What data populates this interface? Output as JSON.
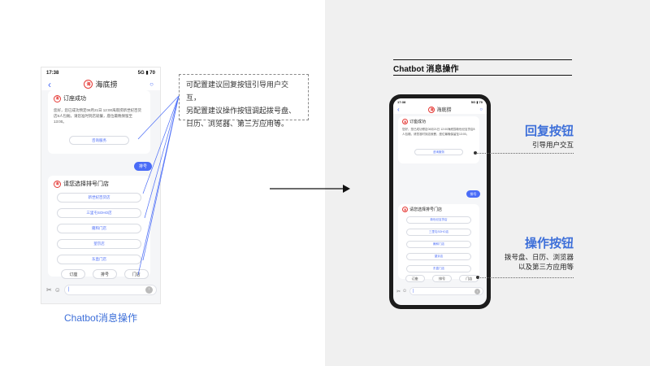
{
  "annotation_note": {
    "line1": "可配置建议回复按钮引导用户交互，",
    "line2": "另配置建议操作按钮调起拨号盘、",
    "line3": "日历、浏览器、第三方应用等。"
  },
  "left_caption": "Chatbot消息操作",
  "right_title": "Chatbot 消息操作",
  "reply_label": {
    "title": "回复按钮",
    "desc": "引导用户交互"
  },
  "action_label": {
    "title": "操作按钮",
    "desc1": "拨号盘、日历、浏览器",
    "desc2": "以及第三方应用等"
  },
  "phone": {
    "time": "17:38",
    "signal": "5G ▮ 70",
    "title": "海底捞",
    "logo_text": "海",
    "back_icon": "‹",
    "card1": {
      "heading": "订座成功",
      "message": "您好，您已成功预定08月21日 12:00海底捞新世纪百货店8人包厢，请您准时到店就餐，座位最晚保留至13:00。",
      "button": "咨询服务"
    },
    "user_bubble": "排号",
    "card2": {
      "heading": "请您选择排号门店",
      "stores": [
        "新世纪百货店",
        "三里屯SOHO店",
        "雍和门店",
        "望京店",
        "东直门店"
      ]
    },
    "actions": [
      "订座",
      "排号",
      "门店"
    ],
    "input_placeholder": "|"
  },
  "colors": {
    "accent": "#3d6fd9",
    "brand": "#e53935",
    "bubble": "#4a6cf7"
  }
}
